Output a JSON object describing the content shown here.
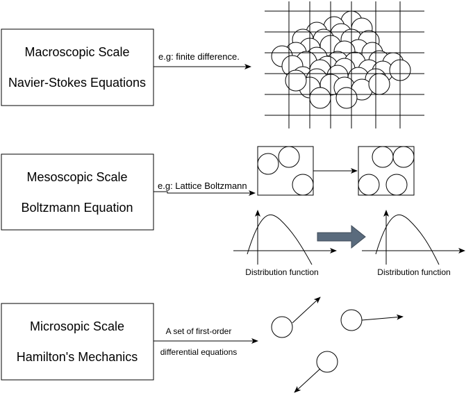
{
  "colors": {
    "stroke": "#000000",
    "fill": "#ffffff",
    "block_arrow": "#5a6b7d"
  },
  "macro": {
    "title": "Macroscopic Scale",
    "subtitle": "Navier-Stokes Equations",
    "method": "e.g: finite difference."
  },
  "meso": {
    "title": "Mesoscopic Scale",
    "subtitle": "Boltzmann Equation",
    "method": "e.g: Lattice Boltzmann",
    "dist_label_left": "Distribution function",
    "dist_label_right": "Distribution function"
  },
  "micro": {
    "title": "Microsopic Scale",
    "subtitle": "Hamilton's Mechanics",
    "method_line1": "A set of  first-order",
    "method_line2": "differential equations"
  }
}
